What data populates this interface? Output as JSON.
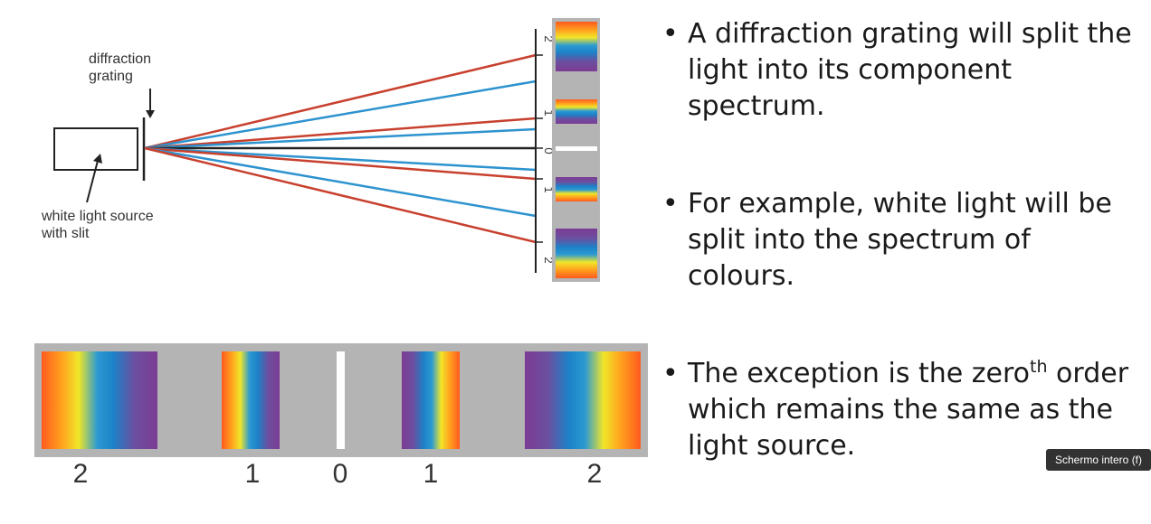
{
  "diagram": {
    "grating_label": [
      "diffraction",
      "grating"
    ],
    "source_label": [
      "white light source",
      "with slit"
    ],
    "screen_orders": [
      "2",
      "1",
      "0",
      "1",
      "2"
    ],
    "strip_orders": [
      "2",
      "1",
      "0",
      "1",
      "2"
    ]
  },
  "bullets": [
    {
      "text": "A diffraction grating will split the light into its component spectrum."
    },
    {
      "text": "For example, white light will be split into the spectrum of colours."
    },
    {
      "pre": "The exception is the zero",
      "sup": "th",
      "post": " order which remains the same as the light source."
    }
  ],
  "bullet_glyph": "•",
  "tooltip": "Schermo intero (f)",
  "colors": {
    "red_ray": "#c8402e",
    "blue_ray": "#2d93cf",
    "panel_gray": "#b4b4b4"
  }
}
